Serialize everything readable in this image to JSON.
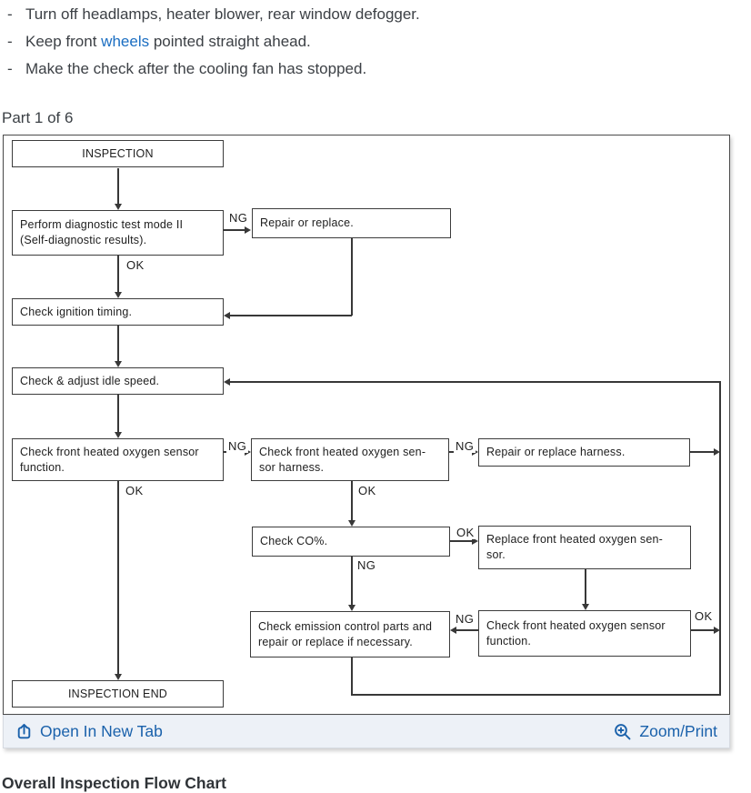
{
  "page": {
    "bullets": [
      {
        "dash": "-",
        "text": "Turn off headlamps, heater blower, rear window defogger."
      },
      {
        "dash": "-",
        "pre": "Keep front ",
        "link": "wheels",
        "post": " pointed straight ahead."
      },
      {
        "dash": "-",
        "text": "Make the check after the cooling fan has stopped."
      }
    ],
    "part_label": "Part 1 of 6",
    "footer_heading": "Overall Inspection Flow Chart"
  },
  "toolbar": {
    "open_in_new_tab": "Open In New Tab",
    "zoom_print": "Zoom/Print"
  },
  "colors": {
    "body_link_blue": "#1b6ec2",
    "toolbar_link_blue": "#1a61ab",
    "toolbar_bg": "#edf1f7",
    "diagram_ink": "#383838",
    "text_dark": "#3c4045"
  },
  "icons": {
    "open_in_new_tab": "open-in-new-tab-icon",
    "zoom_print": "zoom-magnifier-plus-icon"
  },
  "diagram": {
    "title": "Part 1 of 6",
    "nodes": [
      {
        "lines": [
          "INSPECTION"
        ]
      },
      {
        "lines": [
          "Perform diagnostic test mode II",
          "(Self-diagnostic results)."
        ]
      },
      {
        "lines": [
          "Repair or replace."
        ]
      },
      {
        "lines": [
          "Check ignition timing."
        ]
      },
      {
        "lines": [
          "Check & adjust idle speed."
        ]
      },
      {
        "lines": [
          "Check front heated oxygen sensor",
          "function."
        ]
      },
      {
        "lines": [
          "Check front heated oxygen sen-",
          "sor harness."
        ]
      },
      {
        "lines": [
          "Repair or replace harness."
        ]
      },
      {
        "lines": [
          "Check CO%."
        ]
      },
      {
        "lines": [
          "Replace front heated oxygen sen-",
          "sor."
        ]
      },
      {
        "lines": [
          "Check emission control parts and",
          "repair or replace if necessary."
        ]
      },
      {
        "lines": [
          "Check front heated oxygen sensor",
          "function."
        ]
      },
      {
        "lines": [
          "INSPECTION END"
        ]
      }
    ],
    "edges": [
      {
        "from": 0,
        "to": 1,
        "label": ""
      },
      {
        "from": 1,
        "to": 2,
        "label": "NG"
      },
      {
        "from": 1,
        "to": 3,
        "label": "OK"
      },
      {
        "from": 2,
        "to": 3,
        "label": ""
      },
      {
        "from": 3,
        "to": 4,
        "label": ""
      },
      {
        "from": 4,
        "to": 5,
        "label": ""
      },
      {
        "from": 5,
        "to": 6,
        "label": "NG"
      },
      {
        "from": 5,
        "to": 12,
        "label": "OK"
      },
      {
        "from": 6,
        "to": 7,
        "label": "NG"
      },
      {
        "from": 6,
        "to": 8,
        "label": "OK"
      },
      {
        "from": 7,
        "to": 4,
        "label": ""
      },
      {
        "from": 8,
        "to": 9,
        "label": "OK"
      },
      {
        "from": 8,
        "to": 10,
        "label": "NG"
      },
      {
        "from": 9,
        "to": 11,
        "label": ""
      },
      {
        "from": 11,
        "to": 10,
        "label": "NG"
      },
      {
        "from": 11,
        "to": 4,
        "label": "OK"
      },
      {
        "from": 10,
        "to": 4,
        "label": ""
      }
    ]
  }
}
